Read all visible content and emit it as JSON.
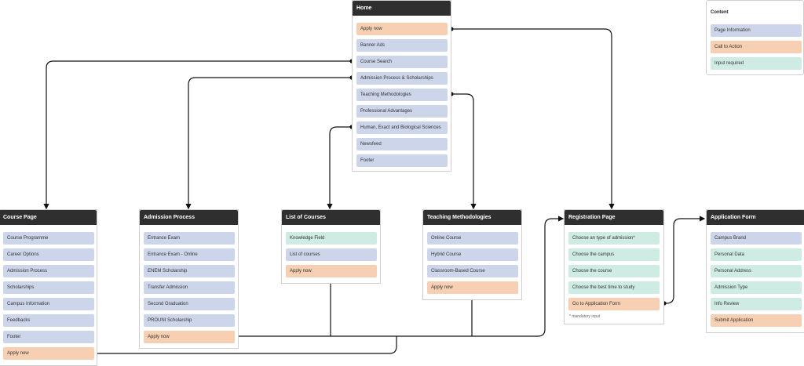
{
  "legend": {
    "title": "Content",
    "items": [
      {
        "label": "Page Information",
        "kind": "info"
      },
      {
        "label": "Call to Action",
        "kind": "cta"
      },
      {
        "label": "Input required",
        "kind": "input"
      }
    ]
  },
  "colors": {
    "info": "#cdd5ea",
    "cta": "#f7cfb2",
    "input": "#cfece4",
    "header": "#2f2f2f",
    "connector": "#111111"
  },
  "home": {
    "title": "Home",
    "items": [
      {
        "label": "Apply now",
        "kind": "cta"
      },
      {
        "label": "Banner Ads",
        "kind": "info"
      },
      {
        "label": "Course Search",
        "kind": "info"
      },
      {
        "label": "Admission Process & Scholarships",
        "kind": "info"
      },
      {
        "label": "Teaching Methodologies",
        "kind": "info"
      },
      {
        "label": "Professional Advantages",
        "kind": "info"
      },
      {
        "label": "Human, Exact and Biological Sciences",
        "kind": "info"
      },
      {
        "label": "Newsfeed",
        "kind": "info"
      },
      {
        "label": "Footer",
        "kind": "info"
      }
    ]
  },
  "course_page": {
    "title": "Course Page",
    "items": [
      {
        "label": "Course Programme",
        "kind": "info"
      },
      {
        "label": "Career Options",
        "kind": "info"
      },
      {
        "label": "Admission Process",
        "kind": "info"
      },
      {
        "label": "Scholarships",
        "kind": "info"
      },
      {
        "label": "Campus Information",
        "kind": "info"
      },
      {
        "label": "Feedbacks",
        "kind": "info"
      },
      {
        "label": "Footer",
        "kind": "info"
      },
      {
        "label": "Apply now",
        "kind": "cta"
      }
    ]
  },
  "admission_process": {
    "title": "Admission Process",
    "items": [
      {
        "label": "Entrance Exam",
        "kind": "info"
      },
      {
        "label": "Entrance Exam - Online",
        "kind": "info"
      },
      {
        "label": "ENEM Scholarship",
        "kind": "info"
      },
      {
        "label": "Transfer Admission",
        "kind": "info"
      },
      {
        "label": "Second Graduation",
        "kind": "info"
      },
      {
        "label": "PROUNI Scholarship",
        "kind": "info"
      },
      {
        "label": "Apply now",
        "kind": "cta"
      }
    ]
  },
  "list_of_courses": {
    "title": "List of Courses",
    "items": [
      {
        "label": "Knowledge Field",
        "kind": "input"
      },
      {
        "label": "List of courses",
        "kind": "info"
      },
      {
        "label": "Apply now",
        "kind": "cta"
      }
    ]
  },
  "teaching_methodologies": {
    "title": "Teaching Methodologies",
    "items": [
      {
        "label": "Online Course",
        "kind": "info"
      },
      {
        "label": "Hybrid Course",
        "kind": "info"
      },
      {
        "label": "Classroom-Based Course",
        "kind": "info"
      },
      {
        "label": "Apply now",
        "kind": "cta"
      }
    ]
  },
  "registration_page": {
    "title": "Registration Page",
    "items": [
      {
        "label": "Choose an type of admission*",
        "kind": "input"
      },
      {
        "label": "Choose the campus",
        "kind": "input"
      },
      {
        "label": "Choose the course",
        "kind": "input"
      },
      {
        "label": "Choose the best time to study",
        "kind": "input"
      },
      {
        "label": "Go to Application Form",
        "kind": "cta"
      }
    ],
    "note": "*  mandatory input"
  },
  "application_form": {
    "title": "Application Form",
    "items": [
      {
        "label": "Campus Brand",
        "kind": "info"
      },
      {
        "label": "Personal Data",
        "kind": "input"
      },
      {
        "label": "Personal Address",
        "kind": "input"
      },
      {
        "label": "Admission Type",
        "kind": "input"
      },
      {
        "label": "Info Review",
        "kind": "input"
      },
      {
        "label": "Submit Application",
        "kind": "cta"
      }
    ]
  }
}
